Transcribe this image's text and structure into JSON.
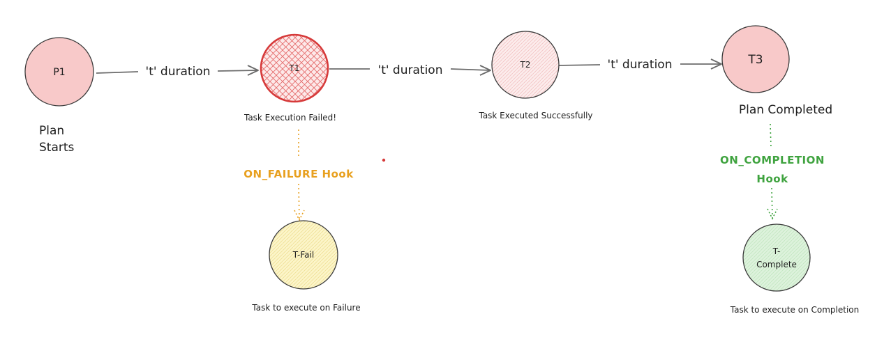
{
  "nodes": {
    "p1": {
      "label": "P1",
      "caption_line1": "Plan",
      "caption_line2": "Starts"
    },
    "t1": {
      "label": "T1",
      "caption": "Task Execution Failed!"
    },
    "t2": {
      "label": "T2",
      "caption": "Task Executed Successfully"
    },
    "t3": {
      "label": "T3",
      "caption": "Plan Completed"
    },
    "t_fail": {
      "label": "T-Fail",
      "caption": "Task to execute on Failure"
    },
    "t_complete": {
      "label_line1": "T-",
      "label_line2": "Complete",
      "caption": "Task to execute on Completion"
    }
  },
  "edges": {
    "p1_t1": {
      "label": "'t' duration"
    },
    "t1_t2": {
      "label": "'t' duration"
    },
    "t2_t3": {
      "label": "'t' duration"
    }
  },
  "hooks": {
    "on_failure": {
      "label": "ON_FAILURE Hook",
      "color": "#e8a01f"
    },
    "on_completion": {
      "label_line1": "ON_COMPLETION",
      "label_line2": "Hook",
      "color": "#3fa33f"
    }
  },
  "colors": {
    "pink_fill": "#f8c9c9",
    "light_pink_fill": "#fbe4e4",
    "red_stroke": "#d63a3a",
    "yellow_fill": "#fcf5c9",
    "green_fill": "#ddf2dc",
    "stroke": "#3a3a3a",
    "arrow": "#6b6b6b"
  }
}
